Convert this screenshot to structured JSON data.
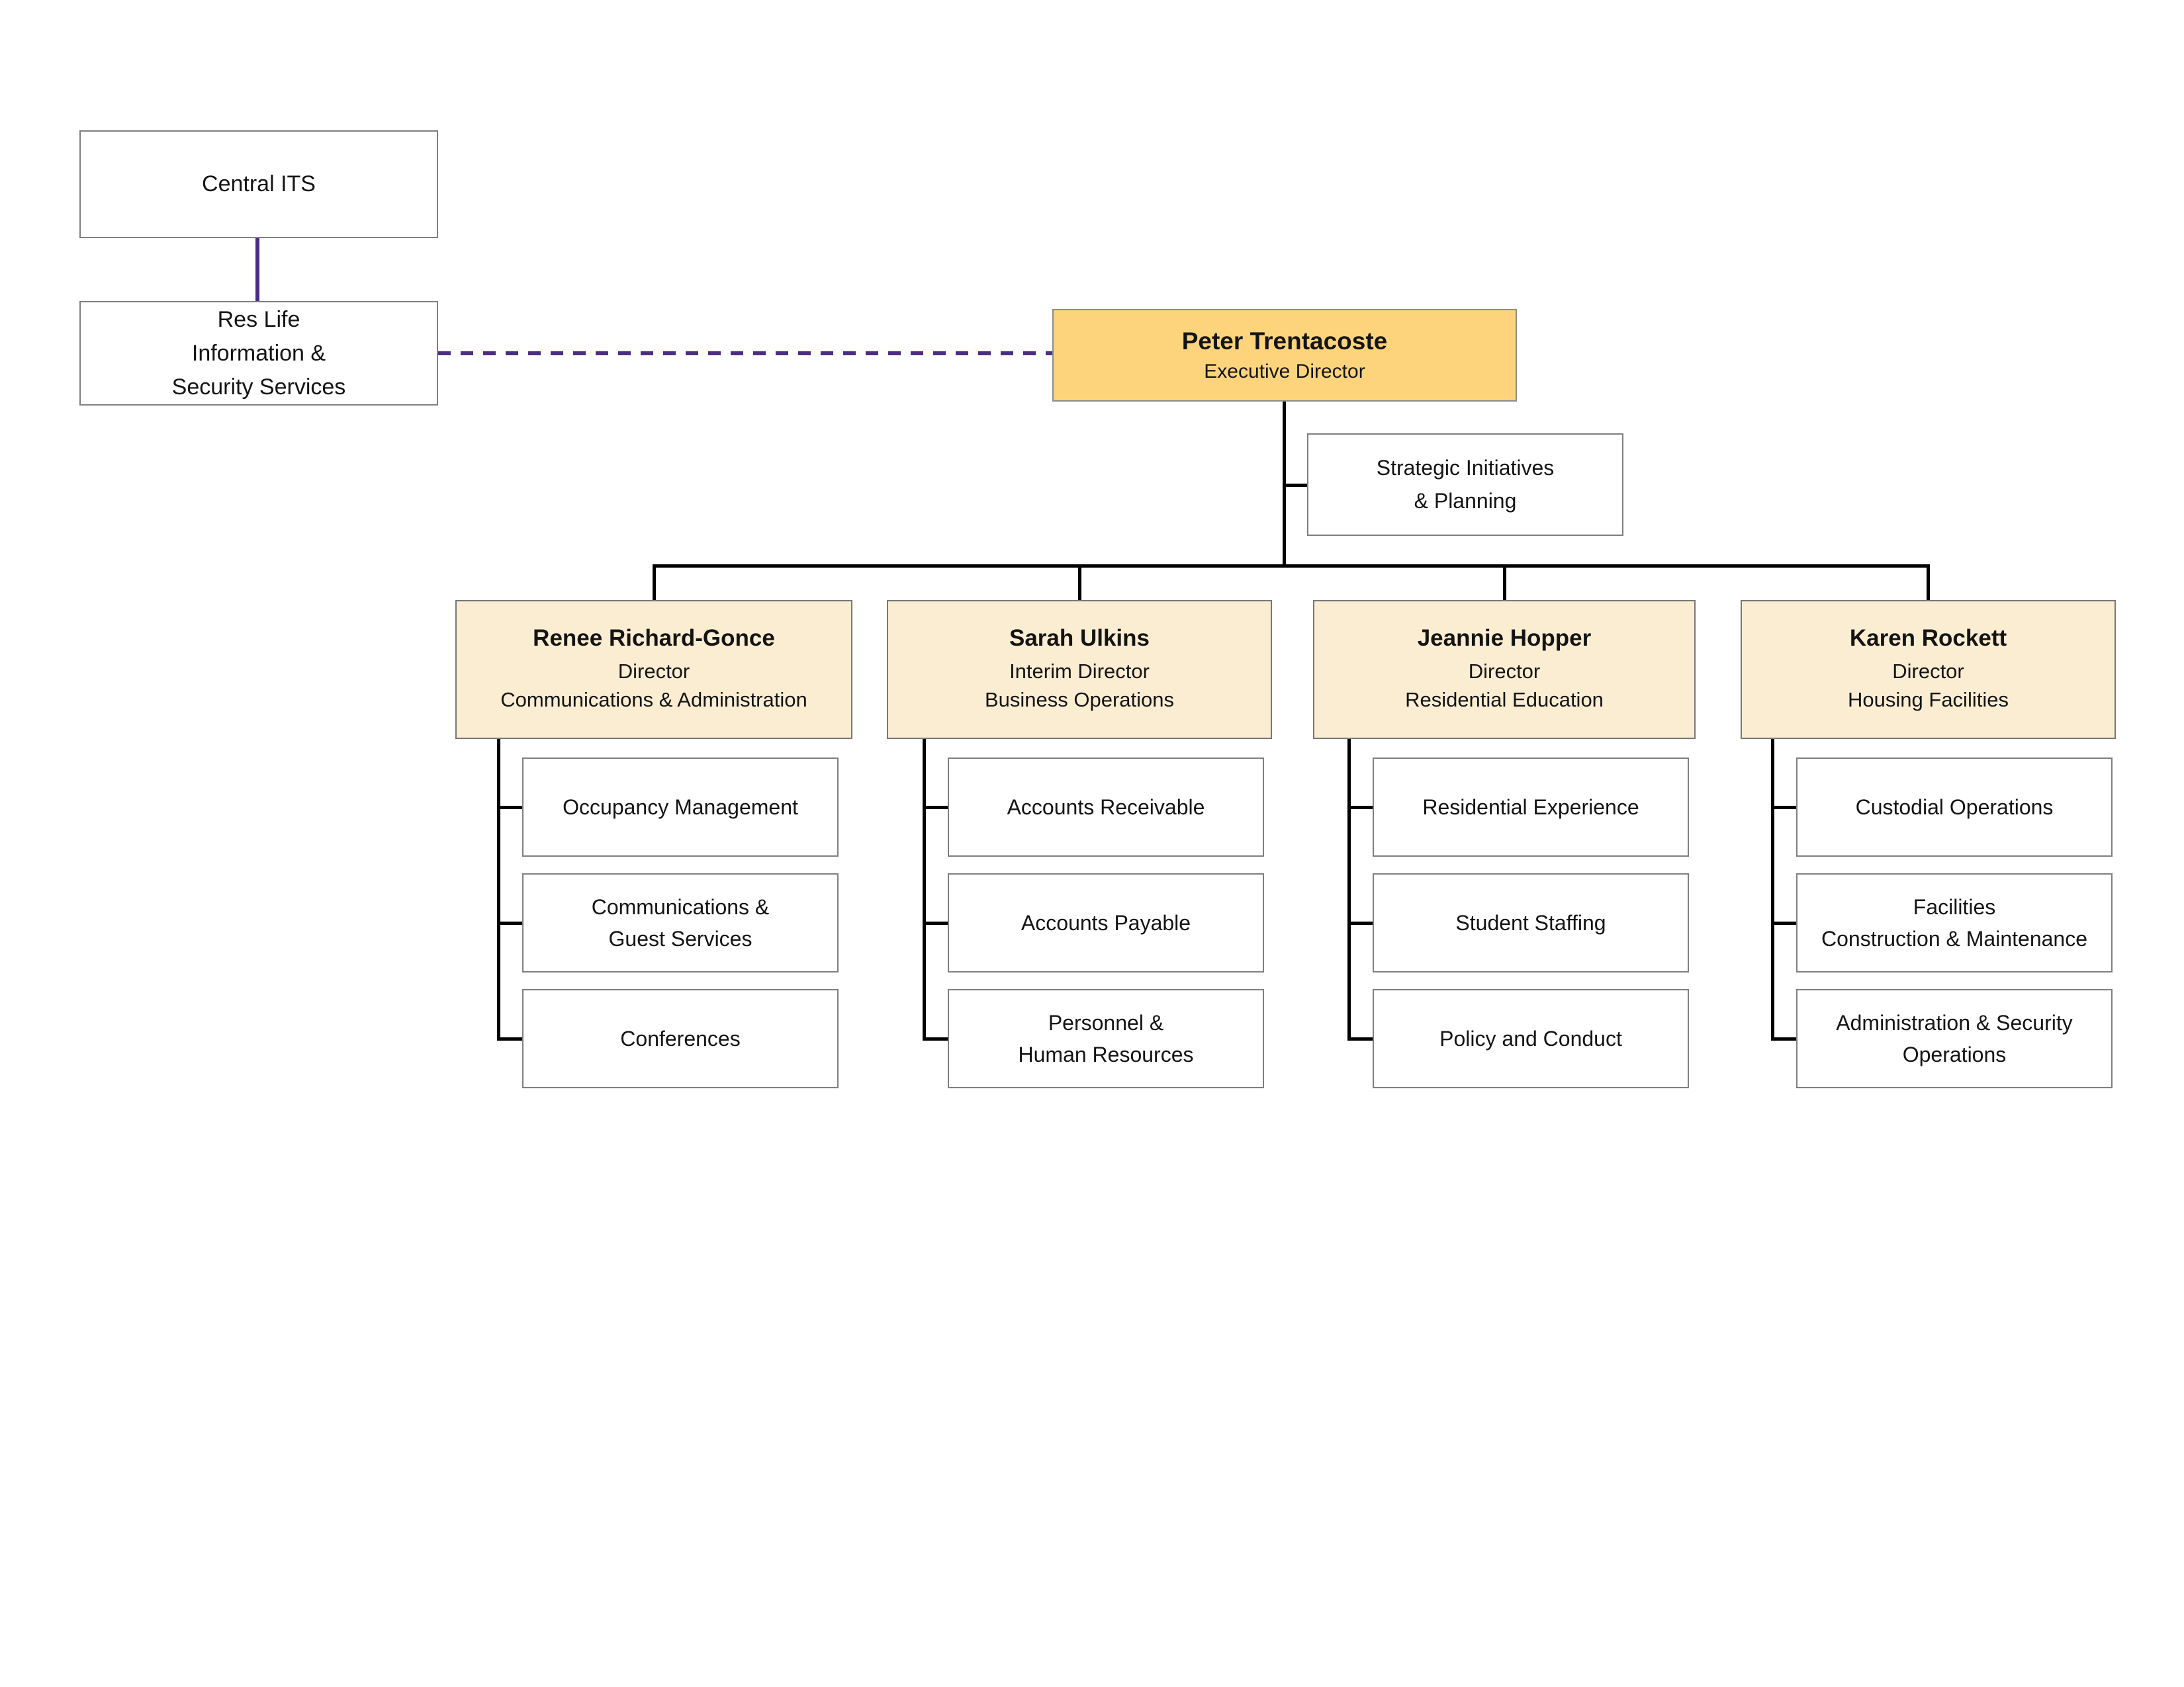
{
  "colors": {
    "purple": "#4B2E83",
    "executive_fill": "#FDD47C",
    "director_fill": "#FBEDD2",
    "connector_black": "#000000",
    "box_border": "#7F7F7F"
  },
  "external": {
    "central_its": {
      "label": "Central ITS"
    },
    "res_life": {
      "label": "Res Life\nInformation &\nSecurity Services"
    }
  },
  "executive": {
    "name": "Peter Trentacoste",
    "title": "Executive Director"
  },
  "staff_unit": {
    "label": "Strategic Initiatives\n& Planning"
  },
  "directors": [
    {
      "name": "Renee Richard-Gonce",
      "title": "Director",
      "department": "Communications & Administration",
      "units": [
        "Occupancy Management",
        "Communications &\nGuest Services",
        "Conferences"
      ]
    },
    {
      "name": "Sarah Ulkins",
      "title": "Interim Director",
      "department": "Business Operations",
      "units": [
        "Accounts Receivable",
        "Accounts Payable",
        "Personnel &\nHuman Resources"
      ]
    },
    {
      "name": "Jeannie Hopper",
      "title": "Director",
      "department": "Residential Education",
      "units": [
        "Residential Experience",
        "Student Staffing",
        "Policy and Conduct"
      ]
    },
    {
      "name": "Karen Rockett",
      "title": "Director",
      "department": "Housing Facilities",
      "units": [
        "Custodial Operations",
        "Facilities\nConstruction & Maintenance",
        "Administration & Security\nOperations"
      ]
    }
  ]
}
